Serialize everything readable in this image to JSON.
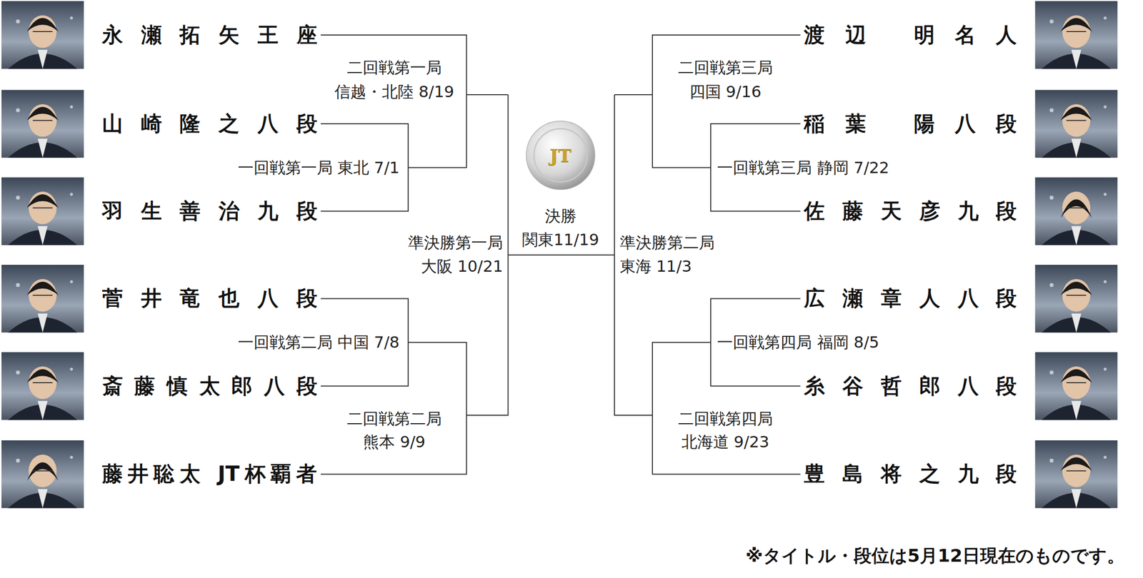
{
  "diagram": {
    "nodes": [
      {
        "text": [
          "永瀬拓矢王座"
        ]
      },
      {
        "text": [
          "山崎隆之八段"
        ]
      },
      {
        "text": [
          "羽生善治九段"
        ]
      },
      {
        "text": [
          "菅井竜也八段"
        ]
      },
      {
        "text": [
          "斎藤慎太郎八段"
        ]
      },
      {
        "text": [
          "藤井聡太 JT杯覇者"
        ]
      },
      {
        "text": [
          "JT"
        ]
      },
      {
        "text": [
          "渡辺 明名人"
        ]
      },
      {
        "text": [
          "稲葉 陽八段"
        ]
      },
      {
        "text": [
          "佐藤天彦九段"
        ]
      },
      {
        "text": [
          "広瀬章人八段"
        ]
      },
      {
        "text": [
          "糸谷哲郎八段"
        ]
      },
      {
        "text": [
          "豊島将之九段"
        ]
      }
    ],
    "labels": [
      "二回戦第一局",
      "信越・北陸 8/19",
      "一回戦第一局 東北 7/1",
      "準決勝第一局",
      "大阪 10/21",
      "一回戦第二局 中国 7/8",
      "二回戦第二局",
      "熊本 9/9",
      "決勝",
      "関東11/19",
      "二回戦第三局",
      "四国 9/16",
      "一回戦第三局 静岡 7/22",
      "準決勝第二局",
      "東海 11/3",
      "一回戦第四局 福岡 8/5",
      "二回戦第四局",
      "北海道 9/23",
      "※タイトル・段位は5月12日現在のものです。"
    ]
  }
}
